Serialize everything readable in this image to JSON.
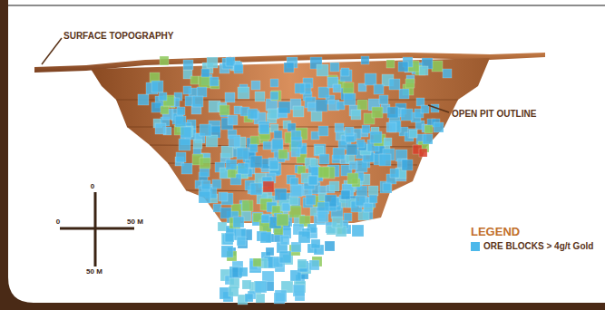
{
  "diagram": {
    "labels": [
      "SURFACE TOPOGRAPHY",
      "OPEN PIT OUTLINE",
      "LEGEND",
      "0",
      "0",
      "50 M",
      "50 M"
    ],
    "legend": [
      {
        "text": "ORE BLOCKS > 4g/t Gold",
        "color": "#4cb8ea"
      }
    ]
  }
}
